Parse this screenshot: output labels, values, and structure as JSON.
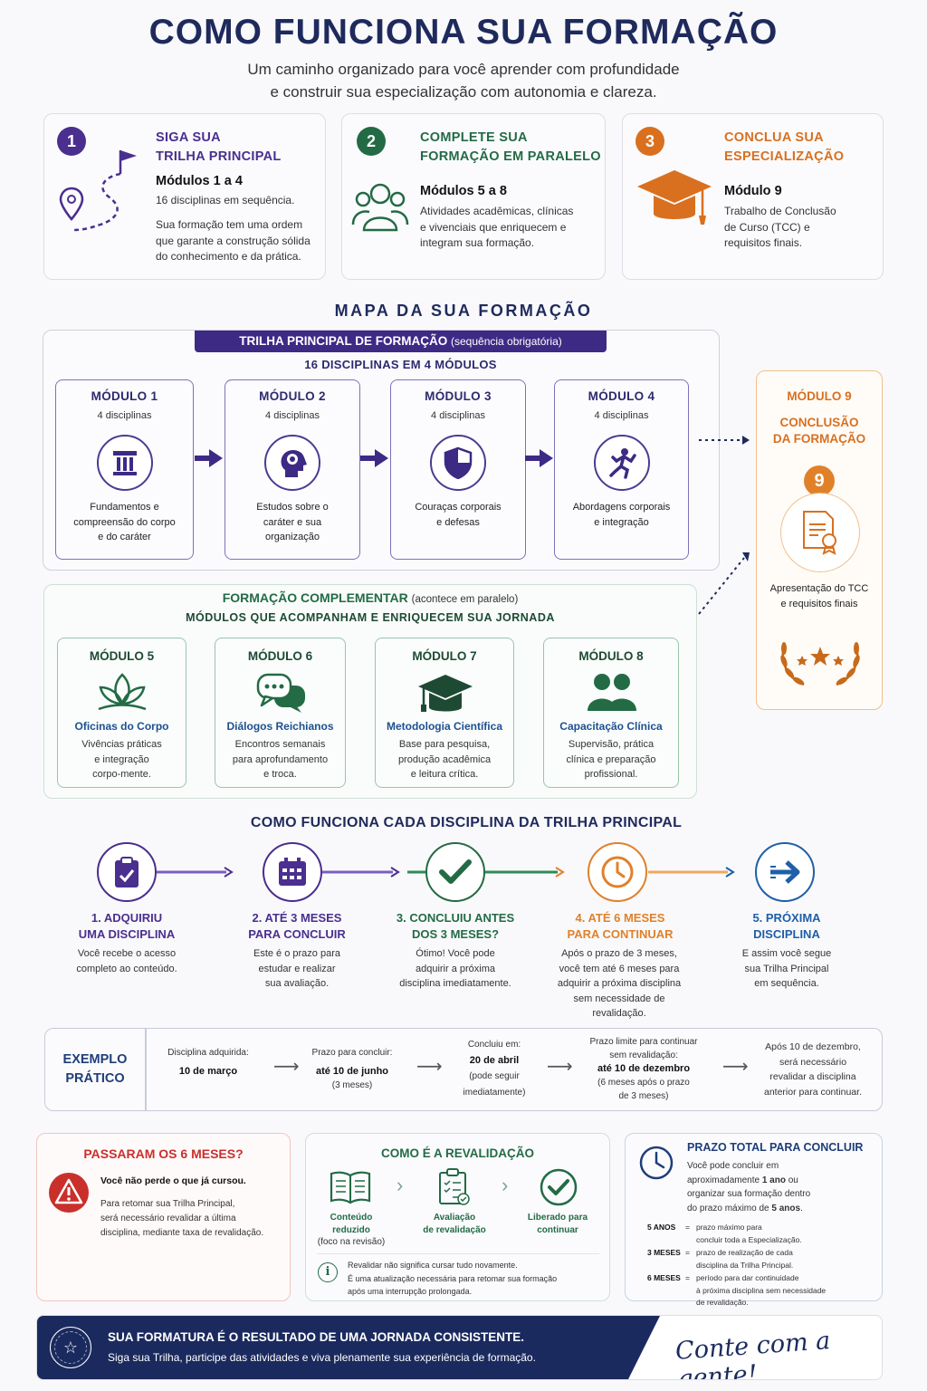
{
  "header": {
    "title": "COMO FUNCIONA SUA FORMAÇÃO",
    "subtitle_line1": "Um caminho organizado para você aprender com profundidade",
    "subtitle_line2": "e construir sua especialização com autonomia e clareza."
  },
  "steps": [
    {
      "number": "1",
      "heading_line1": "SIGA SUA",
      "heading_line2": "TRILHA PRINCIPAL",
      "modules": "Módulos 1 a 4",
      "detail": "16 disciplinas em sequência.",
      "text_line1": "Sua formação tem uma ordem",
      "text_line2": "que garante a construção sólida",
      "text_line3": "do conhecimento e da prática.",
      "color": "#4a2f8f",
      "icon": "map-route-icon"
    },
    {
      "number": "2",
      "heading_line1": "COMPLETE SUA",
      "heading_line2": "FORMAÇÃO EM PARALELO",
      "modules": "Módulos 5 a 8",
      "text_line1": "Atividades acadêmicas, clínicas",
      "text_line2": "e vivenciais que enriquecem e",
      "text_line3": "integram sua formação.",
      "color": "#236b45",
      "icon": "group-icon"
    },
    {
      "number": "3",
      "heading_line1": "CONCLUA SUA",
      "heading_line2": "ESPECIALIZAÇÃO",
      "modules": "Módulo 9",
      "text_line1": "Trabalho de Conclusão",
      "text_line2": "de Curso (TCC) e",
      "text_line3": "requisitos finais.",
      "color": "#d9701f",
      "icon": "graduation-cap-icon"
    }
  ],
  "map": {
    "title": "MAPA DA SUA FORMAÇÃO",
    "trilha_label": "TRILHA PRINCIPAL DE FORMAÇÃO",
    "trilha_note": "(sequência obrigatória)",
    "trilha_sub": "16 DISCIPLINAS EM 4 MÓDULOS",
    "modules": [
      {
        "name": "MÓDULO 1",
        "count": "4 disciplinas",
        "desc_line1": "Fundamentos e",
        "desc_line2": "compreensão do corpo",
        "desc_line3": "e do caráter",
        "icon": "column-icon"
      },
      {
        "name": "MÓDULO 2",
        "count": "4 disciplinas",
        "desc_line1": "Estudos sobre o",
        "desc_line2": "caráter e sua",
        "desc_line3": "organização",
        "icon": "head-brain-icon"
      },
      {
        "name": "MÓDULO 3",
        "count": "4 disciplinas",
        "desc_line1": "Couraças corporais",
        "desc_line2": "e defesas",
        "desc_line3": "",
        "icon": "shield-icon"
      },
      {
        "name": "MÓDULO 4",
        "count": "4 disciplinas",
        "desc_line1": "Abordagens corporais",
        "desc_line2": "e integração",
        "desc_line3": "",
        "icon": "body-movement-icon"
      }
    ],
    "final": {
      "name": "MÓDULO 9",
      "title_line1": "CONCLUSÃO",
      "title_line2": "DA FORMAÇÃO",
      "number": "9",
      "desc_line1": "Apresentação do TCC",
      "desc_line2": "e requisitos finais",
      "icon": "certificate-icon"
    },
    "complementar": {
      "label": "FORMAÇÃO COMPLEMENTAR",
      "note": "(acontece em paralelo)",
      "sub": "MÓDULOS QUE ACOMPANHAM E ENRIQUECEM SUA JORNADA",
      "modules": [
        {
          "name": "MÓDULO 5",
          "title": "Oficinas do Corpo",
          "desc_line1": "Vivências práticas",
          "desc_line2": "e integração",
          "desc_line3": "corpo-mente.",
          "icon": "lotus-icon"
        },
        {
          "name": "MÓDULO 6",
          "title": "Diálogos Reichianos",
          "desc_line1": "Encontros semanais",
          "desc_line2": "para aprofundamento",
          "desc_line3": "e troca.",
          "icon": "chat-bubbles-icon"
        },
        {
          "name": "MÓDULO 7",
          "title": "Metodologia Científica",
          "desc_line1": "Base para pesquisa,",
          "desc_line2": "produção acadêmica",
          "desc_line3": "e leitura crítica.",
          "icon": "graduation-cap-icon"
        },
        {
          "name": "MÓDULO 8",
          "title": "Capacitação Clínica",
          "desc_line1": "Supervisão, prática",
          "desc_line2": "clínica e preparação",
          "desc_line3": "profissional.",
          "icon": "people-icon"
        }
      ]
    }
  },
  "flow": {
    "title": "COMO FUNCIONA CADA DISCIPLINA DA TRILHA PRINCIPAL",
    "steps": [
      {
        "h1": "1. ADQUIRIU",
        "h2": "UMA DISCIPLINA",
        "t1": "Você recebe o acesso",
        "t2": "completo ao conteúdo.",
        "t3": "",
        "t4": "",
        "t5": "",
        "color": "#4a2f8f",
        "icon": "clipboard-check-icon"
      },
      {
        "h1": "2. ATÉ 3 MESES",
        "h2": "PARA CONCLUIR",
        "t1": "Este é o prazo para",
        "t2": "estudar e realizar",
        "t3": "sua avaliação.",
        "t4": "",
        "t5": "",
        "color": "#4a2f8f",
        "icon": "calendar-icon"
      },
      {
        "h1": "3. CONCLUIU ANTES",
        "h2": "DOS 3 MESES?",
        "t1": "Ótimo! Você pode",
        "t2": "adquirir a próxima",
        "t3": "disciplina imediatamente.",
        "t4": "",
        "t5": "",
        "color": "#236b45",
        "icon": "checkmark-icon"
      },
      {
        "h1": "4. ATÉ 6 MESES",
        "h2": "PARA CONTINUAR",
        "t1": "Após o prazo de 3 meses,",
        "t2": "você tem até 6 meses para",
        "t3": "adquirir a próxima disciplina",
        "t4": "sem necessidade de",
        "t5": "revalidação.",
        "color": "#e0812a",
        "icon": "clock-icon"
      },
      {
        "h1": "5. PRÓXIMA",
        "h2": "DISCIPLINA",
        "t1": "E assim você segue",
        "t2": "sua Trilha Principal",
        "t3": "em sequência.",
        "t4": "",
        "t5": "",
        "color": "#1f5fa8",
        "icon": "arrow-right-icon"
      }
    ]
  },
  "example": {
    "label_line1": "EXEMPLO",
    "label_line2": "PRÁTICO",
    "items": [
      {
        "l1": "Disciplina adquirida:",
        "b": "10 de março",
        "l2": "",
        "l3": ""
      },
      {
        "l1": "Prazo para concluir:",
        "b": "até 10 de junho",
        "l2": "(3 meses)",
        "l3": ""
      },
      {
        "l1": "Concluiu em:",
        "b": "20 de abril",
        "l2": "(pode seguir",
        "l3": "imediatamente)"
      },
      {
        "l1": "Prazo limite para continuar",
        "l1b": "sem revalidação:",
        "b": "até 10 de dezembro",
        "l2": "(6 meses após o prazo",
        "l3": "de 3 meses)"
      },
      {
        "l1": "Após 10 de dezembro,",
        "l2": "será necessário",
        "l3": "revalidar a disciplina",
        "l4": "anterior para continuar."
      }
    ]
  },
  "warning": {
    "title": "PASSARAM OS 6 MESES?",
    "bold": "Você não perde o que já cursou.",
    "t1": "Para retomar sua Trilha Principal,",
    "t2": "será necessário revalidar a última",
    "t3": "disciplina, mediante taxa de revalidação.",
    "icon": "warning-icon"
  },
  "revalidation": {
    "title": "COMO É A REVALIDAÇÃO",
    "steps": [
      {
        "l1": "Conteúdo",
        "l2": "reduzido",
        "l3": "(foco na revisão)",
        "icon": "book-icon"
      },
      {
        "l1": "Avaliação",
        "l2": "de revalidação",
        "l3": "",
        "icon": "checklist-icon"
      },
      {
        "l1": "Liberado para",
        "l2": "continuar",
        "l3": "",
        "icon": "check-circle-icon"
      }
    ],
    "note1": "Revalidar não significa cursar tudo novamente.",
    "note2": "É uma atualização necessária para retomar sua formação",
    "note3": "após uma interrupção prolongada."
  },
  "deadline": {
    "title": "PRAZO TOTAL PARA CONCLUIR",
    "t1": "Você pode concluir em",
    "t2a": "aproximadamente ",
    "t2b": "1 ano",
    "t2c": " ou",
    "t3": "organizar sua formação dentro",
    "t4a": "do prazo máximo de ",
    "t4b": "5 anos",
    "t4c": ".",
    "items": [
      {
        "k": "5 ANOS",
        "eq": "=",
        "d1": "prazo máximo para",
        "d2": "concluir toda a Especialização.",
        "d3": ""
      },
      {
        "k": "3 MESES",
        "eq": "=",
        "d1": "prazo de realização de cada",
        "d2": "disciplina da Trilha Principal.",
        "d3": ""
      },
      {
        "k": "6 MESES",
        "eq": "=",
        "d1": "período para dar continuidade",
        "d2": "à próxima disciplina sem necessidade",
        "d3": "de revalidação."
      }
    ]
  },
  "footer": {
    "line1": "SUA FORMATURA É O RESULTADO DE UMA JORNADA CONSISTENTE.",
    "line2": "Siga sua Trilha, participe das atividades e viva plenamente sua experiência de formação.",
    "signature": "Conte com a gente!"
  },
  "colors": {
    "navy": "#1f2a5c",
    "purple": "#4a2f8f",
    "green": "#236b45",
    "orange": "#d9701f",
    "red": "#c9302c",
    "blue": "#1f5fa8"
  }
}
